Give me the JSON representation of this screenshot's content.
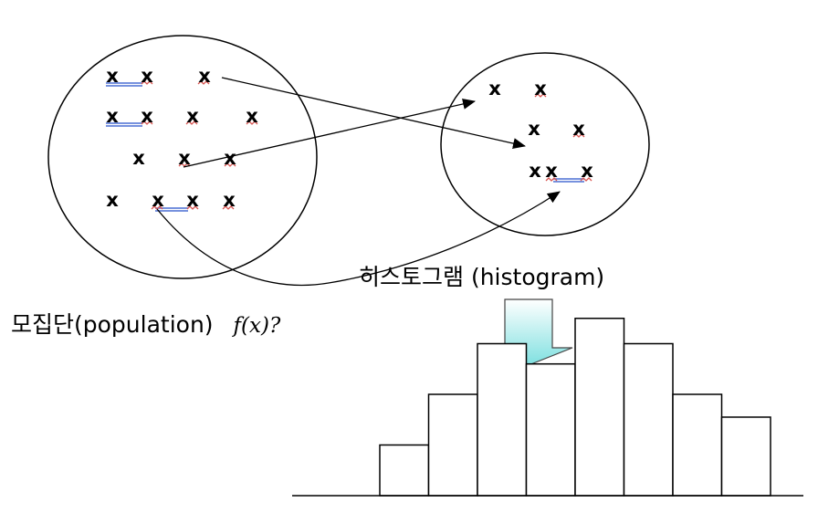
{
  "population_label": "모집단(population)",
  "population_func": "f(x)?",
  "histogram_label": "히스토그램  (histogram)",
  "sample_mark": "x",
  "colors": {
    "stroke": "#000000",
    "squiggle": "#d9534f",
    "double_line": "#4a6fd4",
    "arrow_fill_top": "#ffffff",
    "arrow_fill_bottom": "#7fe0e0"
  },
  "histogram": {
    "bin_values": [
      1,
      2,
      3,
      2.6,
      3.5,
      3,
      2,
      1.55
    ]
  }
}
